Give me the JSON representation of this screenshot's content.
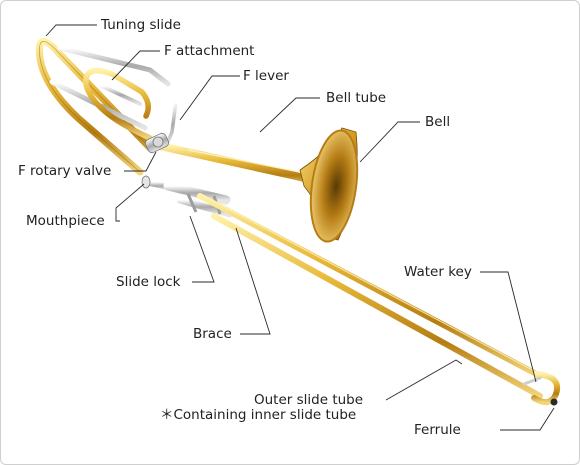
{
  "diagram": {
    "labels": {
      "tuning_slide": "Tuning slide",
      "f_attachment": "F attachment",
      "f_lever": "F lever",
      "bell_tube": "Bell tube",
      "bell": "Bell",
      "f_rotary_valve": "F rotary valve",
      "mouthpiece": "Mouthpiece",
      "slide_lock": "Slide lock",
      "brace": "Brace",
      "water_key": "Water key",
      "outer_slide_tube": "Outer slide tube",
      "containing_note": "＊Containing inner slide tube",
      "ferrule": "Ferrule"
    }
  }
}
